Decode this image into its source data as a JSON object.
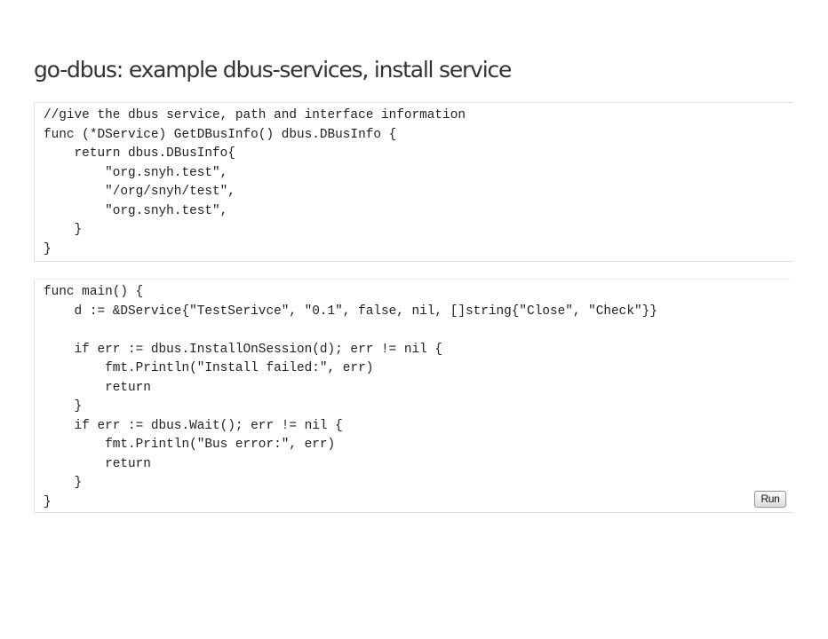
{
  "page": {
    "title": "go-dbus: example dbus-services, install service"
  },
  "code_blocks": [
    {
      "code": "//give the dbus service, path and interface information\nfunc (*DService) GetDBusInfo() dbus.DBusInfo {\n    return dbus.DBusInfo{\n        \"org.snyh.test\",\n        \"/org/snyh/test\",\n        \"org.snyh.test\",\n    }\n}"
    },
    {
      "code": "func main() {\n    d := &DService{\"TestSerivce\", \"0.1\", false, nil, []string{\"Close\", \"Check\"}}\n\n    if err := dbus.InstallOnSession(d); err != nil {\n        fmt.Println(\"Install failed:\", err)\n        return\n    }\n    if err := dbus.Wait(); err != nil {\n        fmt.Println(\"Bus error:\", err)\n        return\n    }\n}"
    }
  ],
  "run_button": {
    "label": "Run"
  }
}
